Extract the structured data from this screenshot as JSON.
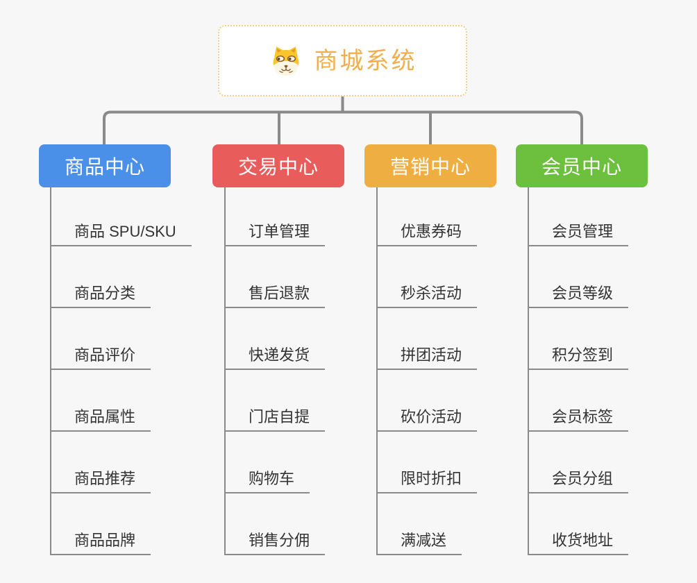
{
  "root": {
    "title": "商城系统",
    "icon": "dog-face-icon"
  },
  "branches": [
    {
      "label": "商品中心",
      "color": "#4b90e8",
      "items": [
        "商品 SPU/SKU",
        "商品分类",
        "商品评价",
        "商品属性",
        "商品推荐",
        "商品品牌"
      ]
    },
    {
      "label": "交易中心",
      "color": "#e85c5c",
      "items": [
        "订单管理",
        "售后退款",
        "快递发货",
        "门店自提",
        "购物车",
        "销售分佣"
      ]
    },
    {
      "label": "营销中心",
      "color": "#efae42",
      "items": [
        "优惠券码",
        "秒杀活动",
        "拼团活动",
        "砍价活动",
        "限时折扣",
        "满减送"
      ]
    },
    {
      "label": "会员中心",
      "color": "#6dbf3e",
      "items": [
        "会员管理",
        "会员等级",
        "积分签到",
        "会员标签",
        "会员分组",
        "收货地址"
      ]
    }
  ],
  "colors": {
    "background": "#f7f7f7",
    "connector_line": "#8a8a8a",
    "root_text": "#f1ae4b",
    "root_border": "#f6cd8e",
    "leaf_text": "#333333"
  }
}
